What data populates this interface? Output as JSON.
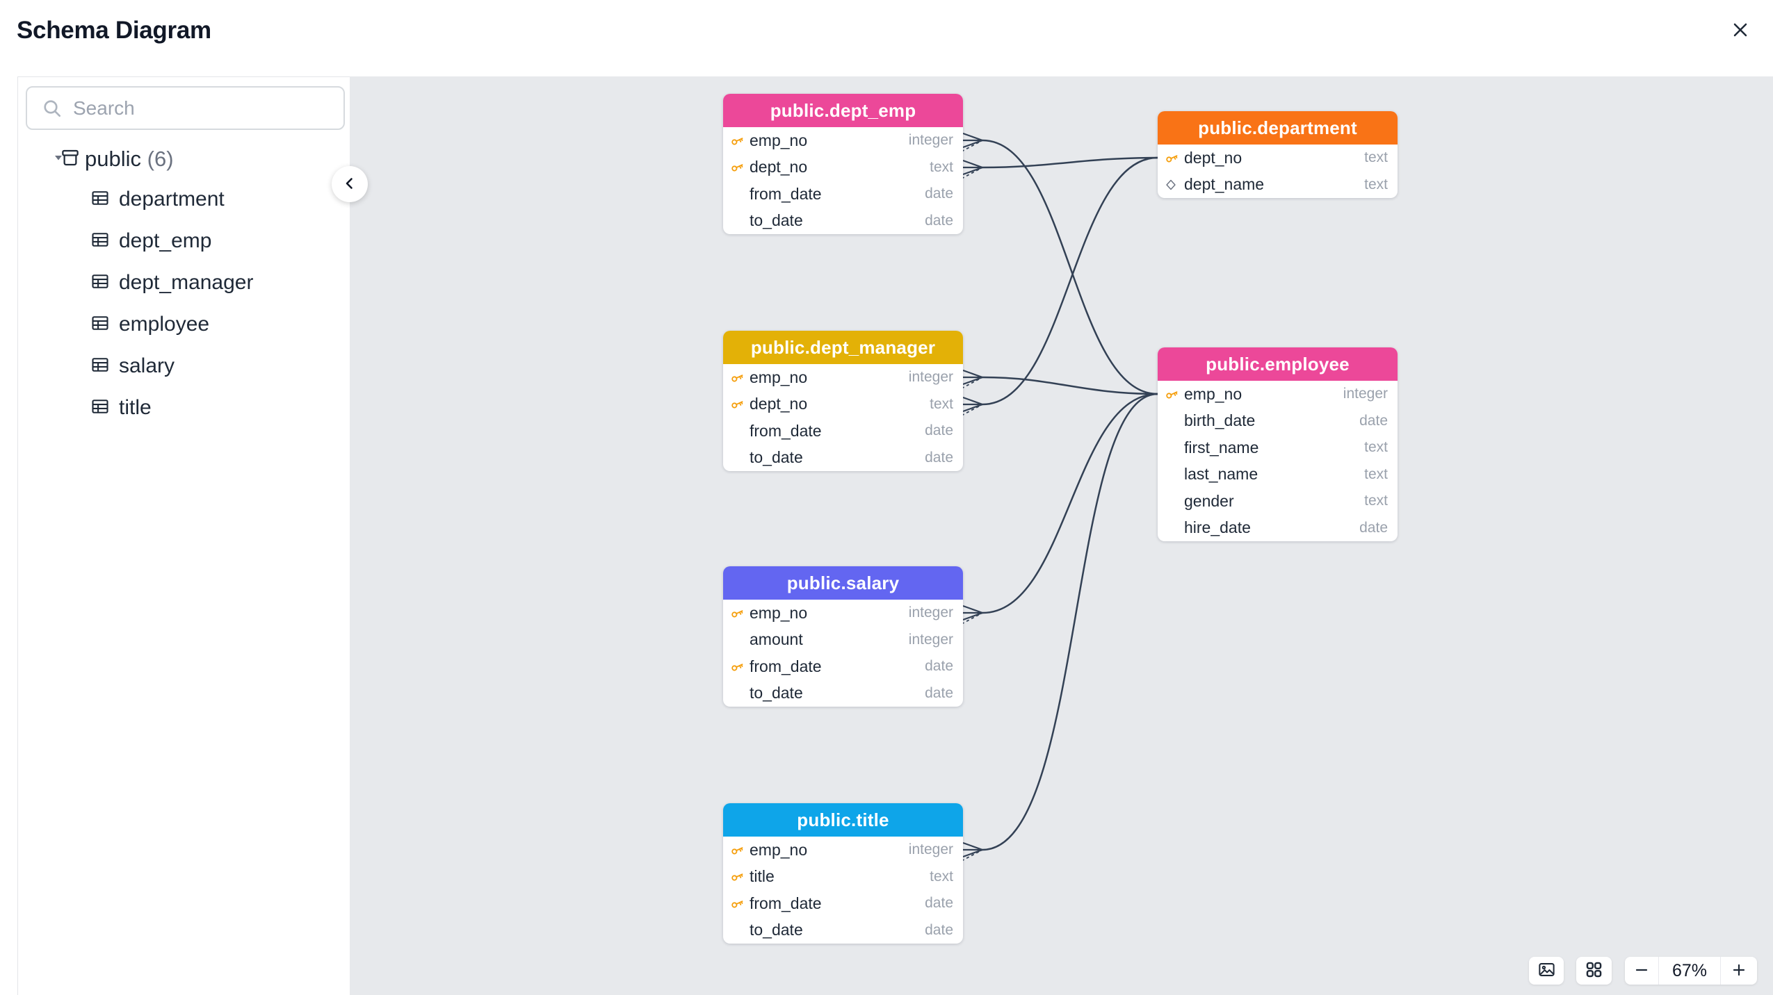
{
  "window": {
    "title": "Schema Diagram"
  },
  "sidebar": {
    "search": {
      "placeholder": "Search"
    },
    "tree": {
      "root": {
        "label": "public",
        "count": "(6)"
      },
      "items": [
        {
          "label": "department"
        },
        {
          "label": "dept_emp"
        },
        {
          "label": "dept_manager"
        },
        {
          "label": "employee"
        },
        {
          "label": "salary"
        },
        {
          "label": "title"
        }
      ]
    }
  },
  "diagram": {
    "nodes": [
      {
        "id": "dept_emp",
        "title": "public.dept_emp",
        "header_color": "#ec4899",
        "fields": [
          {
            "name": "emp_no",
            "type": "integer",
            "icon": "key"
          },
          {
            "name": "dept_no",
            "type": "text",
            "icon": "key"
          },
          {
            "name": "from_date",
            "type": "date",
            "icon": null
          },
          {
            "name": "to_date",
            "type": "date",
            "icon": null
          }
        ]
      },
      {
        "id": "department",
        "title": "public.department",
        "header_color": "#f97316",
        "fields": [
          {
            "name": "dept_no",
            "type": "text",
            "icon": "key"
          },
          {
            "name": "dept_name",
            "type": "text",
            "icon": "diamond"
          }
        ]
      },
      {
        "id": "dept_manager",
        "title": "public.dept_manager",
        "header_color": "#e3b107",
        "fields": [
          {
            "name": "emp_no",
            "type": "integer",
            "icon": "key"
          },
          {
            "name": "dept_no",
            "type": "text",
            "icon": "key"
          },
          {
            "name": "from_date",
            "type": "date",
            "icon": null
          },
          {
            "name": "to_date",
            "type": "date",
            "icon": null
          }
        ]
      },
      {
        "id": "employee",
        "title": "public.employee",
        "header_color": "#ec4899",
        "fields": [
          {
            "name": "emp_no",
            "type": "integer",
            "icon": "key"
          },
          {
            "name": "birth_date",
            "type": "date",
            "icon": null
          },
          {
            "name": "first_name",
            "type": "text",
            "icon": null
          },
          {
            "name": "last_name",
            "type": "text",
            "icon": null
          },
          {
            "name": "gender",
            "type": "text",
            "icon": null
          },
          {
            "name": "hire_date",
            "type": "date",
            "icon": null
          }
        ]
      },
      {
        "id": "salary",
        "title": "public.salary",
        "header_color": "#6366f1",
        "fields": [
          {
            "name": "emp_no",
            "type": "integer",
            "icon": "key"
          },
          {
            "name": "amount",
            "type": "integer",
            "icon": null
          },
          {
            "name": "from_date",
            "type": "date",
            "icon": "key"
          },
          {
            "name": "to_date",
            "type": "date",
            "icon": null
          }
        ]
      },
      {
        "id": "title",
        "title": "public.title",
        "header_color": "#0ea5e9",
        "fields": [
          {
            "name": "emp_no",
            "type": "integer",
            "icon": "key"
          },
          {
            "name": "title",
            "type": "text",
            "icon": "key"
          },
          {
            "name": "from_date",
            "type": "date",
            "icon": "key"
          },
          {
            "name": "to_date",
            "type": "date",
            "icon": null
          }
        ]
      }
    ],
    "edges": [
      {
        "from": "public.dept_emp.emp_no",
        "to": "public.employee.emp_no",
        "cardinality": "many-to-one"
      },
      {
        "from": "public.dept_emp.dept_no",
        "to": "public.department.dept_no",
        "cardinality": "many-to-one"
      },
      {
        "from": "public.dept_manager.emp_no",
        "to": "public.employee.emp_no",
        "cardinality": "many-to-one"
      },
      {
        "from": "public.dept_manager.dept_no",
        "to": "public.department.dept_no",
        "cardinality": "many-to-one"
      },
      {
        "from": "public.salary.emp_no",
        "to": "public.employee.emp_no",
        "cardinality": "many-to-one"
      },
      {
        "from": "public.title.emp_no",
        "to": "public.employee.emp_no",
        "cardinality": "many-to-one"
      }
    ],
    "edge_color": "#334155"
  },
  "controls": {
    "zoom_level": "67%"
  },
  "icons": {
    "close": "close-icon",
    "search": "search-icon",
    "caret": "caret-down-icon",
    "schema": "schema-archive-icon",
    "table": "table-icon",
    "collapse": "chevron-left-icon",
    "key": "key-icon",
    "diamond": "diamond-icon",
    "image": "image-export-icon",
    "grid": "auto-layout-grid-icon",
    "minus": "zoom-out-icon",
    "plus": "zoom-in-icon"
  }
}
